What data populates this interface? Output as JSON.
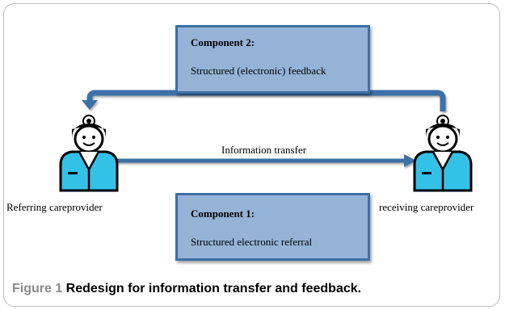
{
  "component2": {
    "title": "Component 2:",
    "description": "Structured (electronic) feedback"
  },
  "component1": {
    "title": "Component 1:",
    "description": "Structured electronic referral"
  },
  "arrows": {
    "transfer_label": "Information transfer",
    "color": "#3d6fa6"
  },
  "people": {
    "left_label": "Referring careprovider",
    "right_label": "receiving careprovider",
    "icon": "doctor-icon",
    "coat_color": "#33c1e8"
  },
  "caption": {
    "label": "Figure 1",
    "text": " Redesign for information transfer and feedback."
  }
}
